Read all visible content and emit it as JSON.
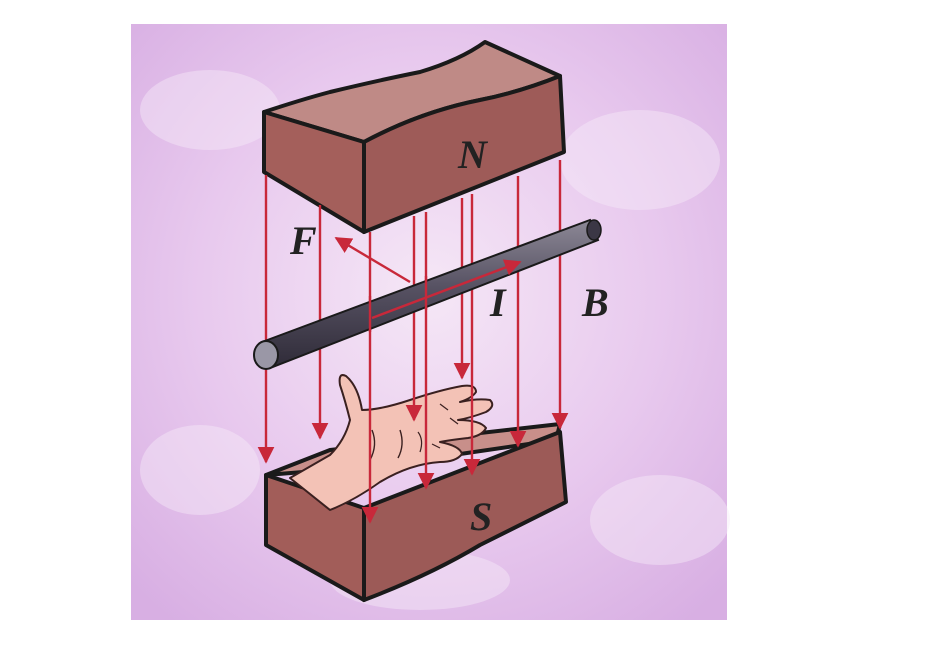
{
  "labels": {
    "north": "N",
    "south": "S",
    "force": "F",
    "current": "I",
    "field": "B"
  },
  "colors": {
    "background_tint": "#e9c9ef",
    "magnet_side": "#a9635f",
    "magnet_face": "#bf8a86",
    "field_lines": "#c8283a",
    "rod": "#555061",
    "hand": "#f3c2b6"
  }
}
